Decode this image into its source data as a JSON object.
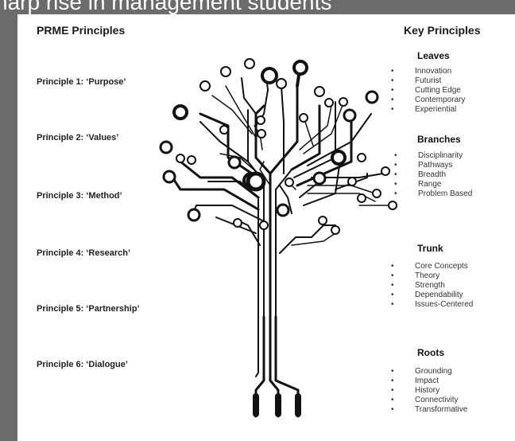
{
  "caption": "harp rise in management students",
  "left_title": "PRME Principles",
  "right_title": "Key Principles",
  "principles": [
    "Principle 1: ‘Purpose’",
    "Principle 2: ‘Values’",
    "Principle 3: ‘Method’",
    "Principle 4: ‘Research’",
    "Principle 5: ‘Partnership’",
    "Principle 6: ‘Dialogue’"
  ],
  "sections": {
    "leaves": {
      "title": "Leaves",
      "items": [
        "Innovation",
        "Futurist",
        "Cutting Edge",
        "Contemporary",
        "Experiential"
      ]
    },
    "branches": {
      "title": "Branches",
      "items": [
        "Disciplinarity",
        "Pathways",
        "Breadth",
        "Range",
        "Problem Based"
      ]
    },
    "trunk": {
      "title": "Trunk",
      "items": [
        "Core Concepts",
        "Theory",
        "Strength",
        "Dependability",
        "Issues-Centered"
      ]
    },
    "roots": {
      "title": "Roots",
      "items": [
        "Grounding",
        "Impact",
        "History",
        "Connectivity",
        "Transformative"
      ]
    }
  },
  "bullet_char": "•",
  "colors": {
    "background": "#6b6b6b",
    "panel": "#ffffff",
    "ink": "#111111"
  }
}
